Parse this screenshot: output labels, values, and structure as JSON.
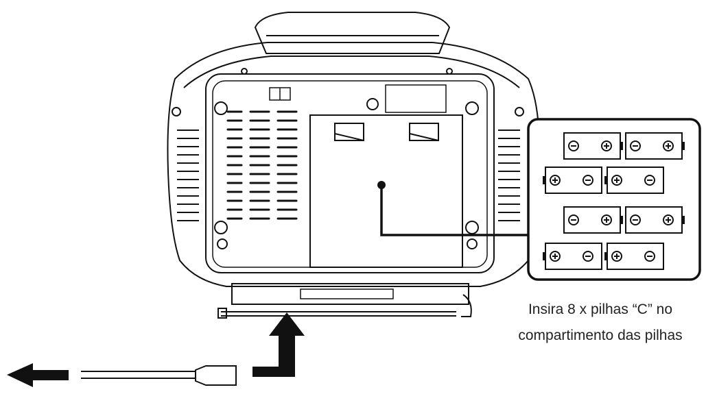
{
  "caption": {
    "line1": "Insira 8 x pilhas “C” no",
    "line2": "compartimento das pilhas"
  },
  "battery_count": 8
}
